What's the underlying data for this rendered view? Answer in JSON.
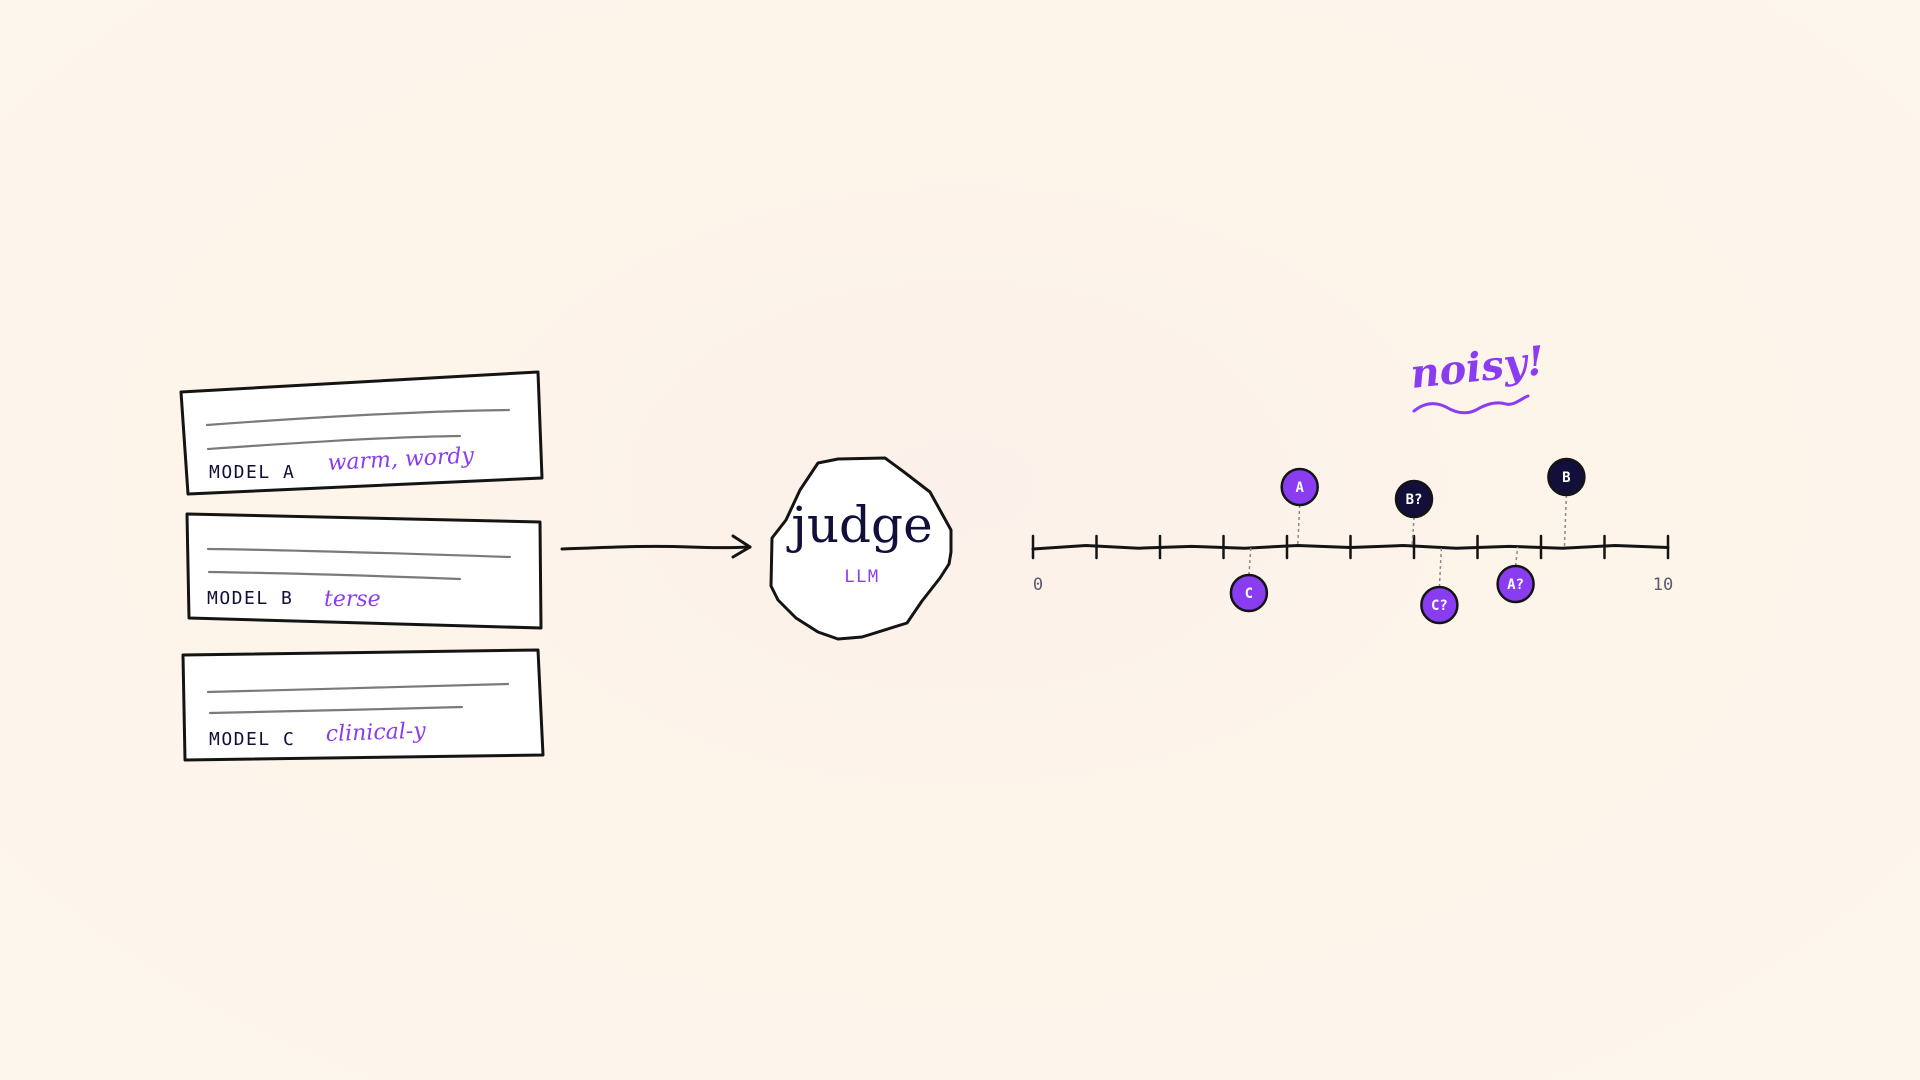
{
  "cards": [
    {
      "model": "MODEL A",
      "note": "warm, wordy"
    },
    {
      "model": "MODEL B",
      "note": "terse"
    },
    {
      "model": "MODEL C",
      "note": "clinical-y"
    }
  ],
  "judge": {
    "title": "judge",
    "subtitle": "LLM"
  },
  "annotation": "noisy!",
  "scale": {
    "min": 0,
    "max": 10,
    "min_label": "0",
    "max_label": "10",
    "ticks": 10
  },
  "scores": [
    {
      "label": "A",
      "value": 4.2,
      "side": "above",
      "style": "purple"
    },
    {
      "label": "B?",
      "value": 6.0,
      "side": "above",
      "style": "navy"
    },
    {
      "label": "B",
      "value": 8.4,
      "side": "above",
      "style": "navy"
    },
    {
      "label": "C",
      "value": 3.4,
      "side": "below",
      "style": "purple"
    },
    {
      "label": "C?",
      "value": 6.4,
      "side": "below",
      "style": "purple"
    },
    {
      "label": "A?",
      "value": 7.6,
      "side": "below",
      "style": "purple"
    }
  ],
  "colors": {
    "ink": "#141414",
    "navy": "#12103a",
    "purple": "#8a3cf0",
    "accent_text": "#8a3cf0",
    "line_gray": "#7a7a7a",
    "background": "#fdf4ea"
  }
}
